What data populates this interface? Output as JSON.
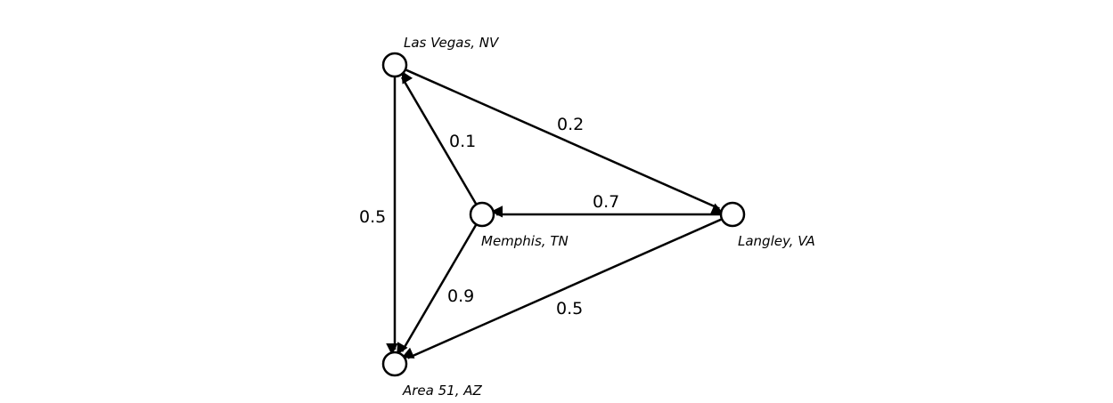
{
  "nodes": [
    {
      "id": "lv",
      "label": "Las Vegas, NV"
    },
    {
      "id": "mem",
      "label": "Memphis, TN"
    },
    {
      "id": "lan",
      "label": "Langley, VA"
    },
    {
      "id": "a51",
      "label": "Area 51, AZ"
    }
  ],
  "edges": [
    {
      "from": "lv",
      "to": "lan",
      "weight": "0.2"
    },
    {
      "from": "mem",
      "to": "lv",
      "weight": "0.1"
    },
    {
      "from": "lan",
      "to": "mem",
      "weight": "0.7"
    },
    {
      "from": "lv",
      "to": "a51",
      "weight": "0.5"
    },
    {
      "from": "mem",
      "to": "a51",
      "weight": "0.9"
    },
    {
      "from": "lan",
      "to": "a51",
      "weight": "0.5"
    }
  ]
}
